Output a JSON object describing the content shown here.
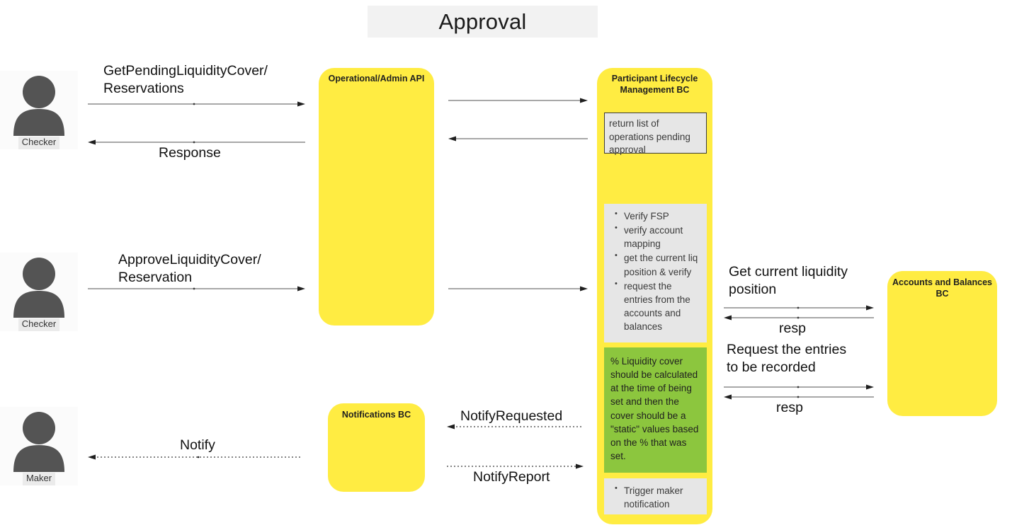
{
  "diagram": {
    "title": "Approval",
    "type": "sequence-diagram"
  },
  "actors": [
    {
      "id": "checker-top",
      "label": "Checker",
      "icon": "person-icon"
    },
    {
      "id": "checker-middle",
      "label": "Checker",
      "icon": "person-icon"
    },
    {
      "id": "maker-bottom",
      "label": "Maker",
      "icon": "person-icon"
    }
  ],
  "participants": [
    {
      "id": "operational-admin-api",
      "label": "Operational/Admin API"
    },
    {
      "id": "participant-lifecycle",
      "label": "Participant Lifecycle\nManagement BC"
    },
    {
      "id": "notifications-bc",
      "label": "Notifications BC"
    },
    {
      "id": "accounts-balances-bc",
      "label": "Accounts and Balances\nBC"
    }
  ],
  "messages": [
    {
      "id": "m1",
      "label": "GetPendingLiquidityCover/\nReservations",
      "direction": "right",
      "style": "solid"
    },
    {
      "id": "m2",
      "label": "Response",
      "direction": "left",
      "style": "solid"
    },
    {
      "id": "m3",
      "label": "ApproveLiquidityCover/\nReservation",
      "direction": "right",
      "style": "solid"
    },
    {
      "id": "m4",
      "label": "Get current liquidity\nposition",
      "direction": "right",
      "style": "solid"
    },
    {
      "id": "m5",
      "label": "resp",
      "direction": "left",
      "style": "solid"
    },
    {
      "id": "m6",
      "label": "Request the entries\nto be recorded",
      "direction": "right",
      "style": "solid"
    },
    {
      "id": "m7",
      "label": "resp",
      "direction": "left",
      "style": "solid"
    },
    {
      "id": "m8",
      "label": "NotifyRequested",
      "direction": "left",
      "style": "dotted"
    },
    {
      "id": "m9",
      "label": "NotifyReport",
      "direction": "right",
      "style": "dotted"
    },
    {
      "id": "m10",
      "label": "Notify",
      "direction": "left",
      "style": "dotted"
    }
  ],
  "notes": {
    "return_list": "return list of operations pending approval",
    "verify_steps": [
      "Verify FSP",
      "verify account mapping",
      "get the current liq position & verify",
      "request the entries from the accounts and balances"
    ],
    "liquidity_cover": "% Liquidity cover should be calculated at the time of being set and then the cover should be a \"static\" values based on the % that was set.",
    "trigger_maker": [
      "Trigger maker notification"
    ]
  },
  "colors": {
    "participant_fill": "#ffec42",
    "note_fill": "#e6e6e6",
    "note_green_fill": "#8cc63e",
    "title_band": "#f2f2f2",
    "actor_fill": "#545454",
    "line": "#8c8c8c"
  }
}
